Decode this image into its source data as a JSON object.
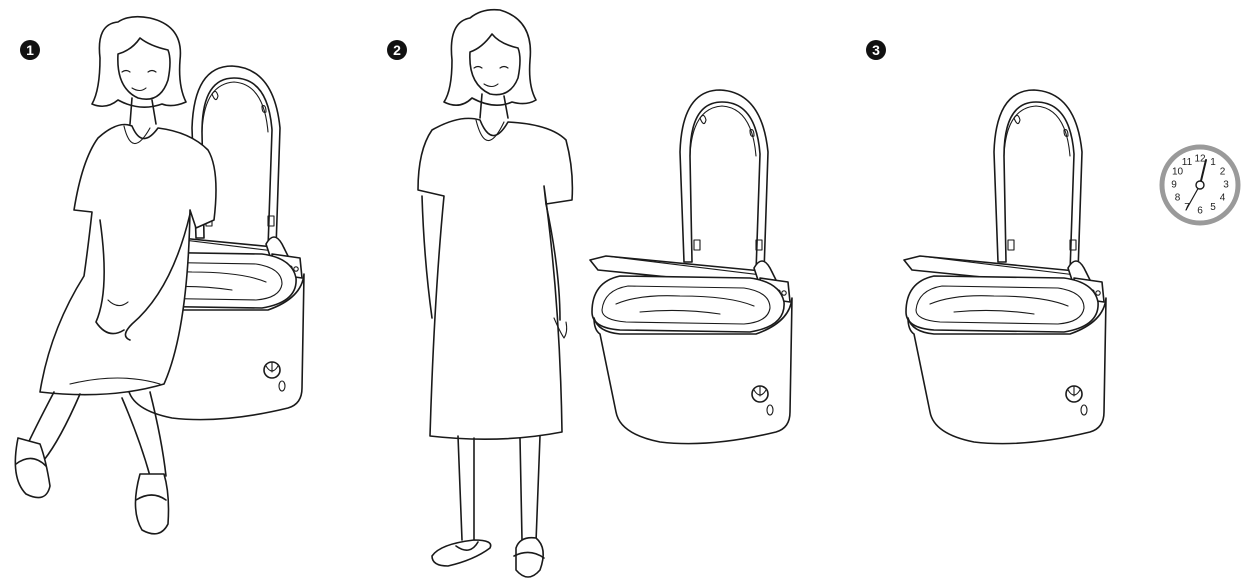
{
  "steps": [
    {
      "number": "1"
    },
    {
      "number": "2"
    },
    {
      "number": "3"
    }
  ],
  "clock": {
    "numerals": [
      "12",
      "1",
      "2",
      "3",
      "4",
      "5",
      "6",
      "7",
      "8",
      "9",
      "10",
      "11"
    ]
  }
}
